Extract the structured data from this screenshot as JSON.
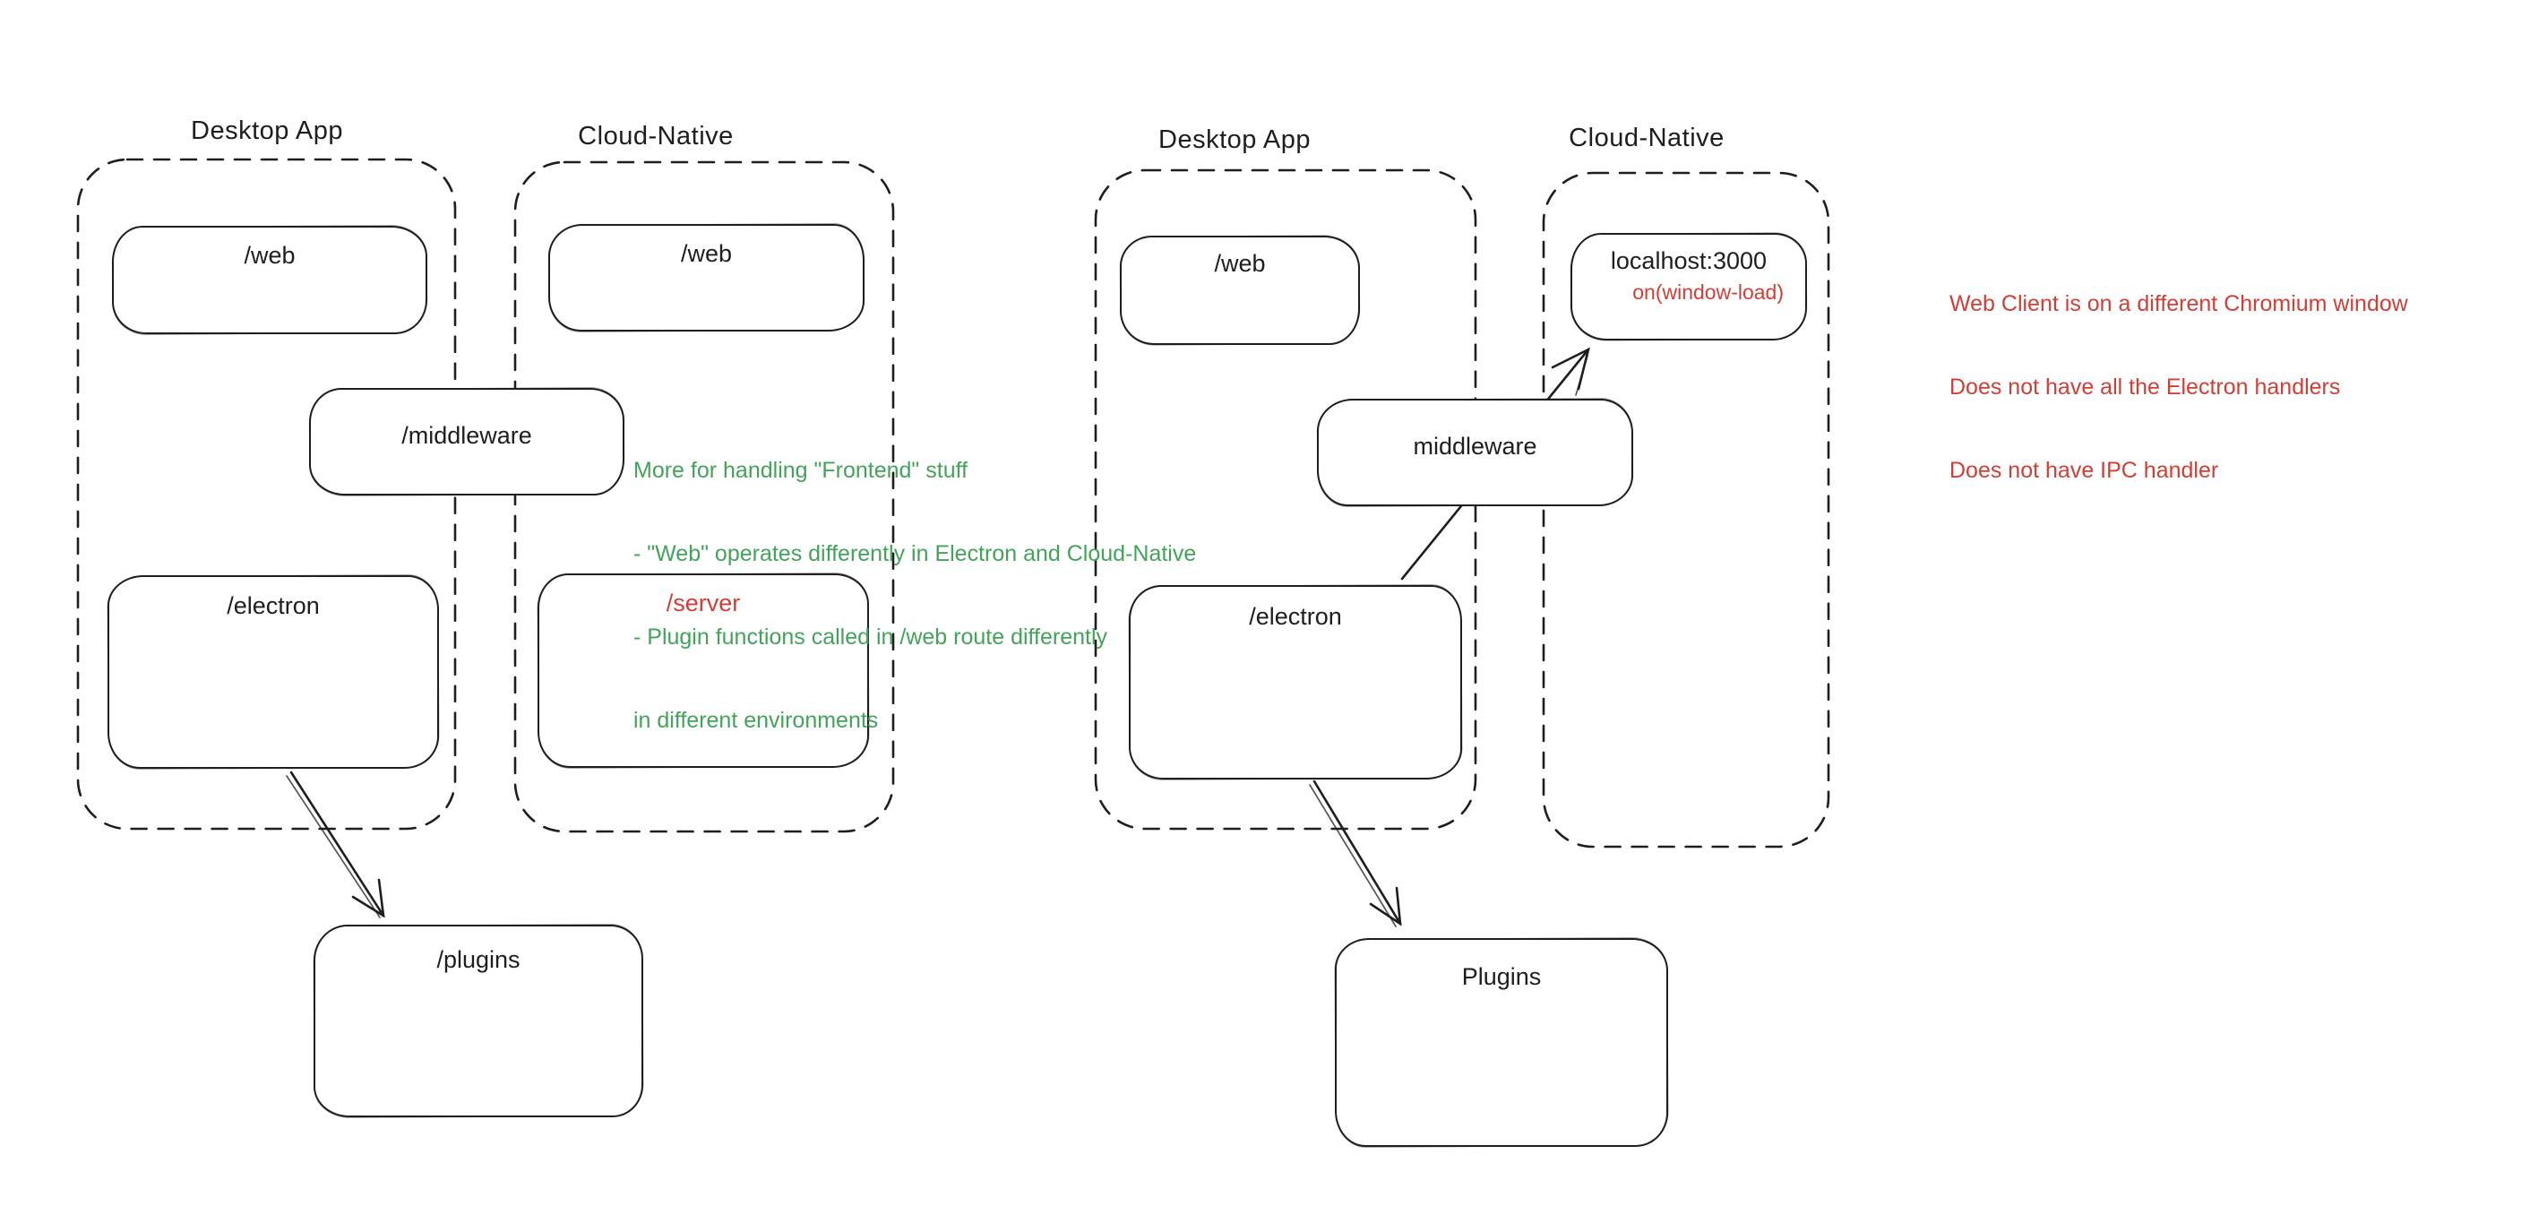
{
  "colors": {
    "background": "#ffffff",
    "ink": "#1e1e1e",
    "annotation_green": "#44a35a",
    "annotation_red": "#cf3f36"
  },
  "left": {
    "desktop_label": "Desktop App",
    "cloud_label": "Cloud-Native",
    "web_desktop": "/web",
    "web_cloud": "/web",
    "middleware": "/middleware",
    "electron": "/electron",
    "server": "/server",
    "plugins": "/plugins",
    "note_lines": [
      "More for handling \"Frontend\" stuff",
      "- \"Web\" operates differently in Electron and Cloud-Native",
      "- Plugin functions called in /web route differently",
      "in different environments"
    ]
  },
  "right": {
    "desktop_label": "Desktop App",
    "cloud_label": "Cloud-Native",
    "web": "/web",
    "middleware": "middleware",
    "electron": "/electron",
    "localhost_title": "localhost:3000",
    "localhost_event": "on(window-load)",
    "plugins": "Plugins",
    "note_lines": [
      "Web Client is on a different Chromium window",
      "Does not have all the Electron handlers",
      "Does not have IPC handler"
    ]
  }
}
